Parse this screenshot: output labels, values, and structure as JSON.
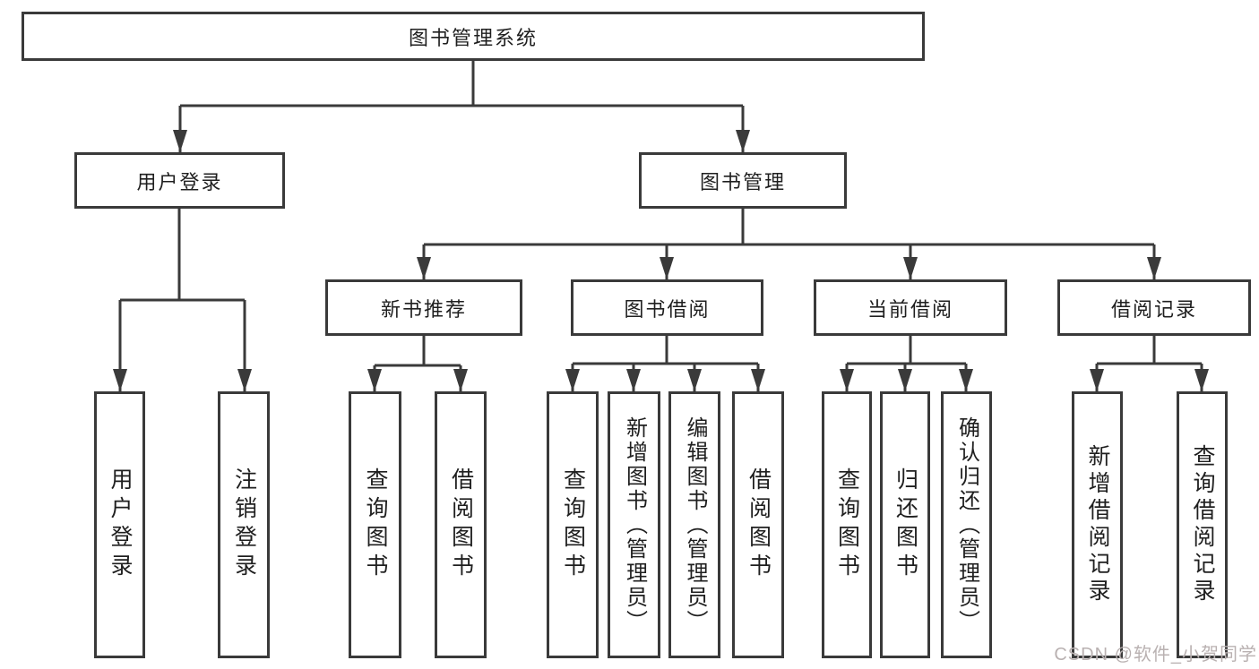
{
  "title": "图书管理系统",
  "colors": {
    "line": "#3a3a3a",
    "box_border": "#3a3a3a",
    "text": "#1f1f1f",
    "background": "#ffffff",
    "watermark": "#b9b1b1"
  },
  "nodes": {
    "root": {
      "label": "图书管理系统"
    },
    "level2": [
      {
        "label": "用户登录"
      },
      {
        "label": "图书管理"
      }
    ],
    "level3": [
      {
        "label": "新书推荐"
      },
      {
        "label": "图书借阅"
      },
      {
        "label": "当前借阅"
      },
      {
        "label": "借阅记录"
      }
    ],
    "leaves": {
      "user_login": [
        {
          "label": "用户登录"
        },
        {
          "label": "注销登录"
        }
      ],
      "new_book_recommend": [
        {
          "label": "查询图书"
        },
        {
          "label": "借阅图书"
        }
      ],
      "book_borrow": [
        {
          "label": "查询图书"
        },
        {
          "label": "新增图书（管理员）"
        },
        {
          "label": "编辑图书（管理员）"
        },
        {
          "label": "借阅图书"
        }
      ],
      "current_borrow": [
        {
          "label": "查询图书"
        },
        {
          "label": "归还图书"
        },
        {
          "label": "确认归还（管理员）"
        }
      ],
      "borrow_records": [
        {
          "label": "新增借阅记录"
        },
        {
          "label": "查询借阅记录"
        }
      ]
    }
  },
  "watermark": "CSDN @软件_小贺同学"
}
